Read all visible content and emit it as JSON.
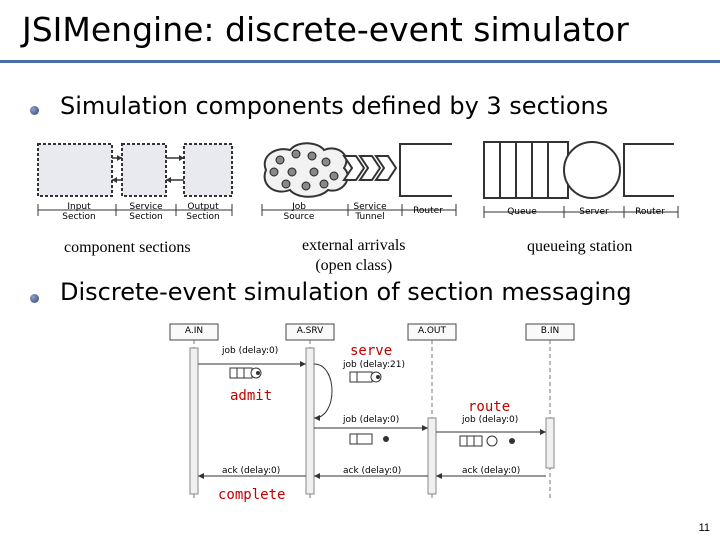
{
  "title": "JSIMengine: discrete-event simulator",
  "bullets": [
    "Simulation components defined by 3 sections",
    "Discrete-event simulation of section messaging"
  ],
  "diagram1": {
    "labels": [
      "Input Section",
      "Service Section",
      "Output Section"
    ],
    "caption": "component sections"
  },
  "diagram2": {
    "labels": [
      "Job Source",
      "Service Tunnel",
      "Router"
    ],
    "caption_line1": "external arrivals",
    "caption_line2": "(open class)"
  },
  "diagram3": {
    "labels": [
      "Queue",
      "Server",
      "Router"
    ],
    "caption": "queueing station"
  },
  "sequence": {
    "lifelines": [
      "A.IN",
      "A.SRV",
      "A.OUT",
      "B.IN"
    ],
    "messages": [
      "job (delay:0)",
      "job (delay:21)",
      "job (delay:0)",
      "job (delay:0)",
      "ack (delay:0)",
      "ack (delay:0)",
      "ack (delay:0)"
    ],
    "annotations": {
      "serve": "serve",
      "admit": "admit",
      "route": "route",
      "complete": "complete"
    }
  },
  "page_number": "11",
  "colors": {
    "title_rule": "#4a6fa5",
    "annotation": "#c00000"
  }
}
